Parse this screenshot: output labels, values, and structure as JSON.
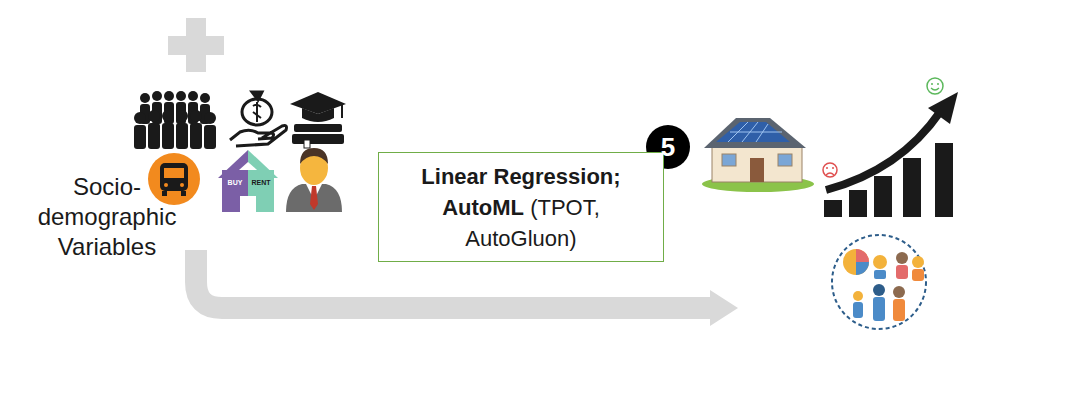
{
  "diagram": {
    "nodes": [
      {
        "text": [
          "Linear Regression;",
          "AutoML",
          "(TPOT, AutoGluon)"
        ]
      }
    ],
    "edges": [],
    "labels": [
      "Socio-demographic Variables",
      "5",
      "BUY",
      "RENT"
    ]
  }
}
